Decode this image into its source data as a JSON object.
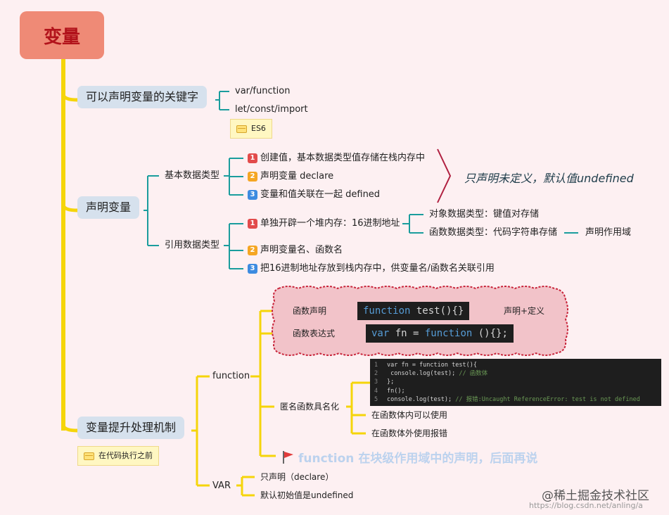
{
  "root": {
    "title": "变量"
  },
  "keywords": {
    "title": "可以声明变量的关键字",
    "items": [
      "var/function",
      "let/const/import"
    ],
    "note": "ES6"
  },
  "declare": {
    "title": "声明变量",
    "basic": {
      "label": "基本数据类型",
      "items": [
        "创建值，基本数据类型值存储在栈内存中",
        "声明变量 declare",
        "变量和值关联在一起 defined"
      ],
      "summary": "只声明未定义，默认值undefined"
    },
    "reference": {
      "label": "引用数据类型",
      "items": [
        "单独开辟一个堆内存：16进制地址",
        "声明变量名、函数名",
        "把16进制地址存放到栈内存中，供变量名/函数名关联引用"
      ],
      "sub": [
        "对象数据类型：键值对存储",
        "函数数据类型：代码字符串存储"
      ],
      "scope": "声明作用域"
    }
  },
  "hoisting": {
    "title": "变量提升处理机制",
    "note": "在代码执行之前",
    "function": {
      "label": "function",
      "decl_label": "函数声明",
      "decl_code": {
        "kw": "function",
        "rest": " test(){}"
      },
      "decl_note": "声明+定义",
      "expr_label": "函数表达式",
      "expr_code": {
        "kw1": "var",
        "mid": " fn = ",
        "kw2": "function",
        "rest": " (){};"
      },
      "anon_label": "匿名函数具名化",
      "anon_items": [
        "在函数体内可以使用",
        "在函数体外使用报错"
      ],
      "code_lines": [
        {
          "n": "1",
          "text": "var fn = function test(){"
        },
        {
          "n": "2",
          "text": "    console.log(test); // 函数体"
        },
        {
          "n": "3",
          "text": "};"
        },
        {
          "n": "4",
          "text": "fn();"
        },
        {
          "n": "5",
          "text": "console.log(test); // 报错:Uncaught ReferenceError: test is not defined"
        }
      ],
      "block_note": "function 在块级作用域中的声明，后面再说"
    },
    "var": {
      "label": "VAR",
      "items": [
        "只声明（declare）",
        "默认初始值是undefined"
      ]
    }
  },
  "watermark": {
    "site": "@稀土掘金技术社区",
    "url": "https://blog.csdn.net/anling/a"
  },
  "colors": {
    "trunk": "#f5d50a",
    "branch": "#1a9d9d",
    "root": "#ef8a76",
    "node": "#d6e1ed"
  }
}
